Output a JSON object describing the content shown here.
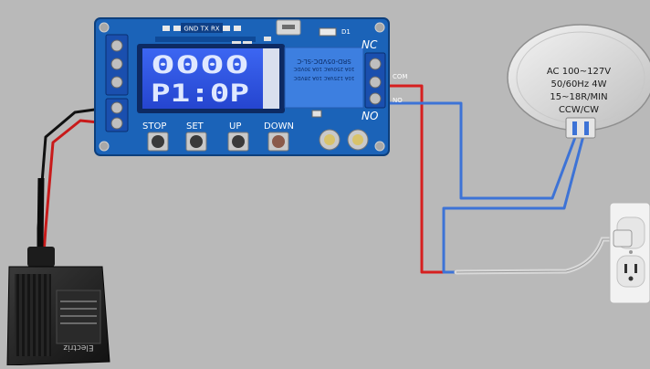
{
  "colors": {
    "background": "#b9b9b9",
    "pcb": "#1b63b8",
    "lcd": "#2c55e6",
    "relay": "#3d7fe0",
    "wire_red": "#d61f1f",
    "wire_blue": "#3d73d6",
    "wire_black": "#111111"
  },
  "board": {
    "header_label": "GND TX RX",
    "d1_label": "D1",
    "terminal_nc": "NC",
    "terminal_com": "COM",
    "terminal_no": "NO",
    "display": {
      "line1": "0000",
      "line2": "P1:0P"
    },
    "relay": {
      "line1": "SRD-05VDC-SL-C",
      "line2": "10A 250VAC  10A 30VDC",
      "line3": "10A 125VAC  10A 28VDC"
    },
    "buttons": {
      "stop": "STOP",
      "set": "SET",
      "up": "UP",
      "down": "DOWN"
    }
  },
  "motor": {
    "line1": "AC 100~127V",
    "line2": "50/60Hz 4W",
    "line3": "15~18R/MIN",
    "line4": "CCW/CW"
  },
  "adapter": {
    "brand": "Electriz"
  }
}
